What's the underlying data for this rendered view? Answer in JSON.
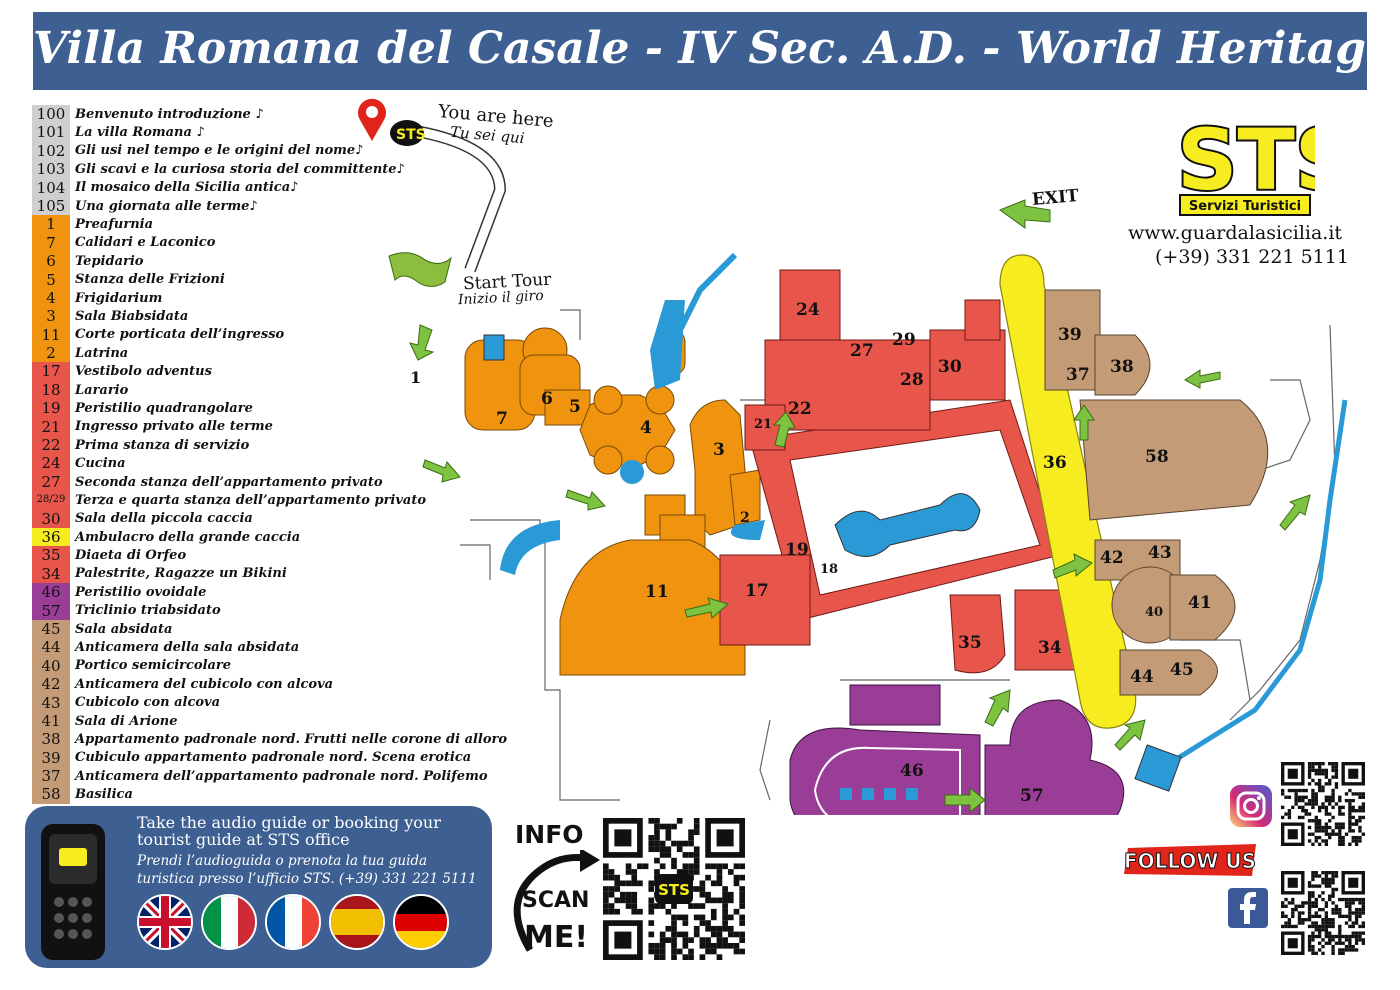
{
  "title": "Villa Romana del Casale - IV Sec. A.D. - World Heritage",
  "colors": {
    "banner": "#3d5f91",
    "orange": "#f0930e",
    "red": "#e8554b",
    "yellow": "#f6ec1f",
    "purple": "#9a3d97",
    "tan": "#c39b76",
    "gray": "#cfcfcf",
    "blue": "#2a9ad6",
    "green_flag": "#8cbd3f"
  },
  "legend": [
    {
      "num": "100",
      "text": "Benvenuto introduzione ♪",
      "group": "gray"
    },
    {
      "num": "101",
      "text": "La villa Romana ♪",
      "group": "gray"
    },
    {
      "num": "102",
      "text": "Gli usi nel tempo e le origini del nome♪",
      "group": "gray"
    },
    {
      "num": "103",
      "text": "Gli scavi e la curiosa storia del committente♪",
      "group": "gray"
    },
    {
      "num": "104",
      "text": "Il mosaico della Sicilia antica♪",
      "group": "gray"
    },
    {
      "num": "105",
      "text": "Una giornata alle terme♪",
      "group": "gray"
    },
    {
      "num": "1",
      "text": "Preafurnia",
      "group": "orange"
    },
    {
      "num": "7",
      "text": "Calidari e Laconico",
      "group": "orange"
    },
    {
      "num": "6",
      "text": "Tepidario",
      "group": "orange"
    },
    {
      "num": "5",
      "text": "Stanza delle Frizioni",
      "group": "orange"
    },
    {
      "num": "4",
      "text": "Frigidarium",
      "group": "orange"
    },
    {
      "num": "3",
      "text": "Sala Biabsidata",
      "group": "orange"
    },
    {
      "num": "11",
      "text": "Corte porticata dell’ingresso",
      "group": "orange"
    },
    {
      "num": "2",
      "text": "Latrina",
      "group": "orange"
    },
    {
      "num": "17",
      "text": "Vestibolo adventus",
      "group": "red"
    },
    {
      "num": "18",
      "text": "Larario",
      "group": "red"
    },
    {
      "num": "19",
      "text": "Peristilio quadrangolare",
      "group": "red"
    },
    {
      "num": "21",
      "text": "Ingresso privato alle terme",
      "group": "red"
    },
    {
      "num": "22",
      "text": "Prima stanza di servizio",
      "group": "red"
    },
    {
      "num": "24",
      "text": "Cucina",
      "group": "red"
    },
    {
      "num": "27",
      "text": "Seconda stanza dell’appartamento privato",
      "group": "red"
    },
    {
      "num": "28/29",
      "text": "Terza e quarta stanza dell’appartamento privato",
      "group": "red"
    },
    {
      "num": "30",
      "text": "Sala della piccola caccia",
      "group": "red"
    },
    {
      "num": "36",
      "text": "Ambulacro della grande caccia",
      "group": "yellow"
    },
    {
      "num": "35",
      "text": "Diaeta di Orfeo",
      "group": "red"
    },
    {
      "num": "34",
      "text": "Palestrite, Ragazze un Bikini",
      "group": "red"
    },
    {
      "num": "46",
      "text": "Peristilio ovoidale",
      "group": "purple"
    },
    {
      "num": "57",
      "text": "Triclinio triabsidato",
      "group": "purple"
    },
    {
      "num": "45",
      "text": "Sala absidata",
      "group": "tan"
    },
    {
      "num": "44",
      "text": "Anticamera della sala absidata",
      "group": "tan"
    },
    {
      "num": "40",
      "text": "Portico semicircolare",
      "group": "tan"
    },
    {
      "num": "42",
      "text": "Anticamera del cubicolo con alcova",
      "group": "tan"
    },
    {
      "num": "43",
      "text": "Cubicolo con alcova",
      "group": "tan"
    },
    {
      "num": "41",
      "text": "Sala di Arione",
      "group": "tan"
    },
    {
      "num": "38",
      "text": "Appartamento padronale nord. Frutti nelle corone di alloro",
      "group": "tan"
    },
    {
      "num": "39",
      "text": "Cubiculo appartamento padronale nord. Scena erotica",
      "group": "tan"
    },
    {
      "num": "37",
      "text": "Anticamera dell’appartamento padronale nord. Polifemo",
      "group": "tan"
    },
    {
      "num": "58",
      "text": "Basilica",
      "group": "tan"
    }
  ],
  "map": {
    "you_are_here": "You are here",
    "tu_sei_qui": "Tu sei qui",
    "start_tour": "Start Tour",
    "inizio_giro": "Inizio il giro",
    "exit": "EXIT",
    "start_point": "1",
    "rooms": [
      "24",
      "27",
      "29",
      "28",
      "30",
      "39",
      "37",
      "38",
      "58",
      "36",
      "22",
      "21",
      "4",
      "6",
      "5",
      "7",
      "3",
      "2",
      "11",
      "17",
      "19",
      "18",
      "42",
      "43",
      "40",
      "41",
      "44",
      "45",
      "35",
      "34",
      "46",
      "57"
    ]
  },
  "brand": {
    "logo": "STS",
    "tagline": "Servizi Turistici",
    "website": "www.guardalasicilia.it",
    "phone": "(+39) 331 221 5111"
  },
  "audio": {
    "en": "Take the audio guide or booking your tourist guide at STS office",
    "it": "Prendi l’audioguida o prenota la tua guida turistica presso l’ufficio STS. (+39) 331 221 5111",
    "flags": [
      "uk-flag",
      "italy-flag",
      "france-flag",
      "spain-flag",
      "germany-flag"
    ]
  },
  "info": {
    "label": "INFO",
    "scan": "SCAN",
    "me": "ME!"
  },
  "social": {
    "follow": "FOLLOW US",
    "icons": [
      "instagram-icon",
      "facebook-icon"
    ]
  }
}
